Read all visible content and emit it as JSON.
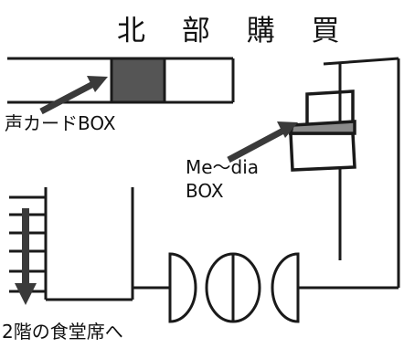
{
  "title": "北 部 購 買",
  "labels": {
    "voice_card_box": "声カードBOX",
    "media_box_line1": "Me〜dia",
    "media_box_line2": "BOX",
    "cafeteria": "2階の食堂席へ"
  },
  "colors": {
    "line": "#1a1a1a",
    "arrow": "#3a3a3a",
    "box_fill": "#555555",
    "media_lid": "#8a8a8a"
  }
}
